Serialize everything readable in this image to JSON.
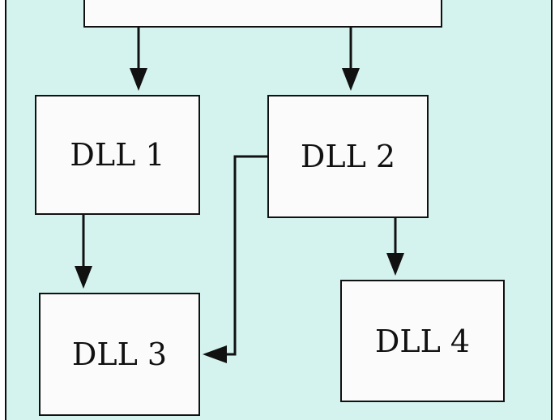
{
  "nodes": {
    "top": {
      "label": ""
    },
    "dll1": {
      "label": "DLL 1"
    },
    "dll2": {
      "label": "DLL 2"
    },
    "dll3": {
      "label": "DLL 3"
    },
    "dll4": {
      "label": "DLL 4"
    }
  },
  "colors": {
    "background": "#d4f3ee",
    "node_fill": "#fbfbfb",
    "stroke": "#111111"
  }
}
